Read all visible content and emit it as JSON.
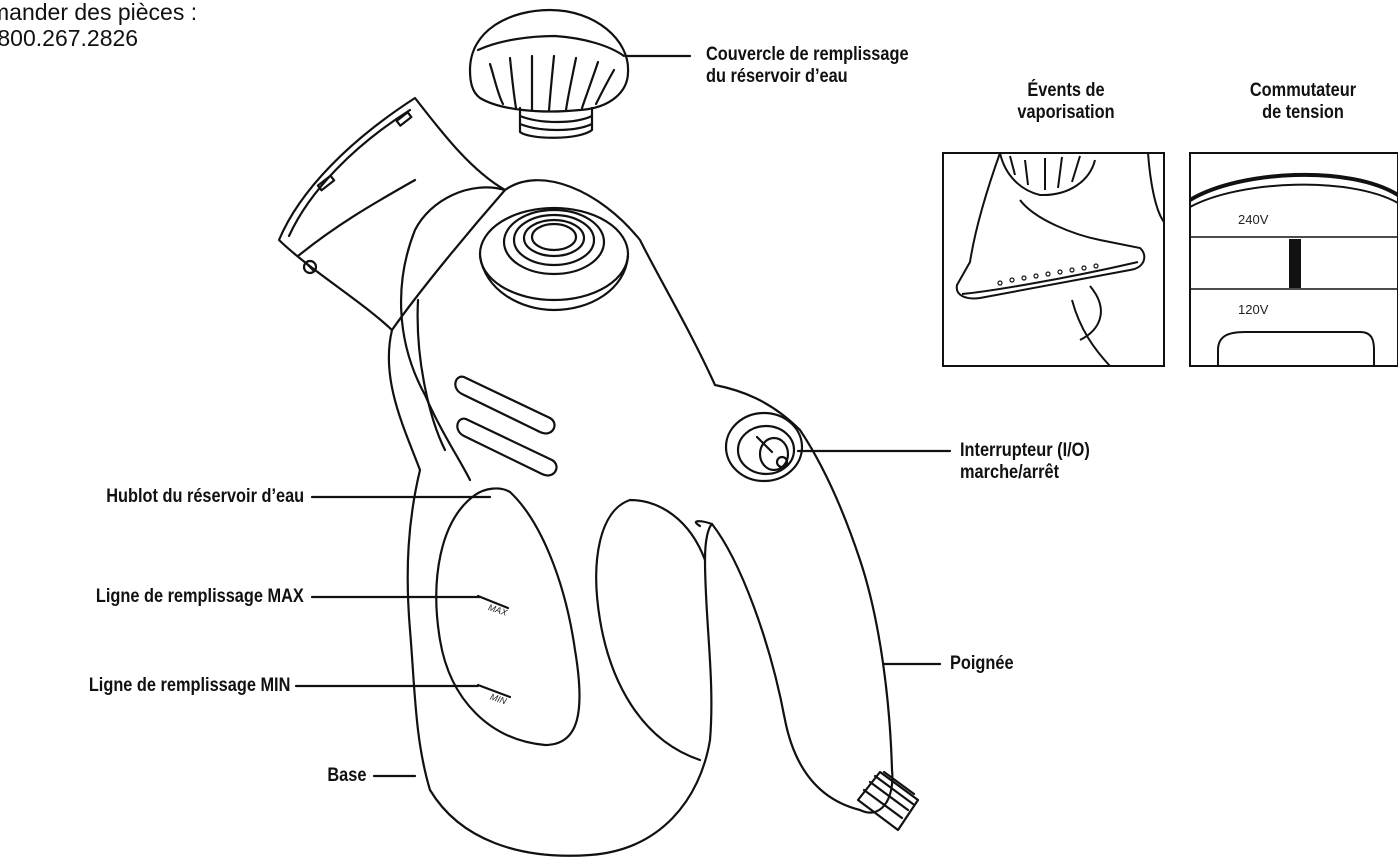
{
  "corner_text": {
    "line1": "mander des pièces :",
    "line2": ".800.267.2826"
  },
  "labels": {
    "cap_line1": "Couvercle de remplissage",
    "cap_line2": "du réservoir d’eau",
    "vents_line1": "Évents de",
    "vents_line2": "vaporisation",
    "switch_line1": "Commutateur",
    "switch_line2": "de tension",
    "power_line1": "Interrupteur (I/O)",
    "power_line2": "marche/arrêt",
    "window": "Hublot du réservoir d’eau",
    "max_line": "Ligne de remplissage MAX",
    "min_line": "Ligne de remplissage MIN",
    "handle": "Poignée",
    "base": "Base"
  },
  "markings": {
    "max": "MAX",
    "min": "MIN",
    "v240": "240V",
    "v120": "120V"
  }
}
